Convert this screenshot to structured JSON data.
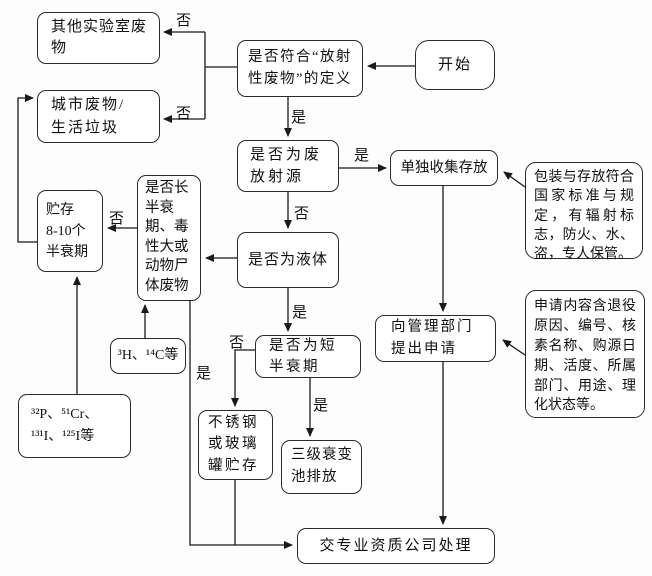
{
  "diagram_type": "flowchart",
  "subject": "radioactive-waste-disposal-procedure",
  "colors": {
    "background": "#fdfdfd",
    "box_fill": "#ffffff",
    "box_border": "#2b2b2b",
    "line": "#1a1a1a",
    "text": "#111111"
  },
  "nodes": {
    "start": "开始",
    "def_question": "是否符合“放射\n性废物”的定义",
    "other_lab_waste": "其他实验室废物",
    "urban_waste": "城市废物/\n生活垃圾",
    "waste_source_question": "是否为废\n放射源",
    "separate_storage": "单独收集存放",
    "liquid_question": "是否为液体",
    "long_halflife_question": "是否长\n半衰\n期、毒\n性大或\n动物尸\n体废物",
    "decay_storage": "贮存\n8-10个\n半衰期",
    "isotopes_short": "³H、¹⁴C等",
    "isotopes_long": "³²P、⁵¹Cr、\n¹³¹I、¹²⁵I等",
    "short_halflife_question": "是否为短\n半衰期",
    "steel_glass_storage": "不锈钢\n或玻璃\n罐贮存",
    "decay_pool_discharge": "三级衰变\n池排放",
    "apply_to_dept": "向管理部门\n提出申请",
    "company_disposal": "交专业资质公司处理",
    "packaging_note": "包装与存放符合国家标准与规定，有辐射标志，防火、水、盗，专人保管。",
    "application_note": "申请内容含退役原因、编号、核素名称、购源日期、活度、所属部门、用途、理化状态等。"
  },
  "edge_labels": {
    "yes": "是",
    "no": "否"
  },
  "edges": [
    {
      "from": "start",
      "to": "def_question",
      "label": ""
    },
    {
      "from": "def_question",
      "to": "other_lab_waste",
      "label": "否"
    },
    {
      "from": "def_question",
      "to": "urban_waste",
      "label": "否"
    },
    {
      "from": "def_question",
      "to": "waste_source_question",
      "label": "是"
    },
    {
      "from": "waste_source_question",
      "to": "separate_storage",
      "label": "是"
    },
    {
      "from": "waste_source_question",
      "to": "liquid_question",
      "label": "否"
    },
    {
      "from": "liquid_question",
      "to": "long_halflife_question",
      "label": ""
    },
    {
      "from": "liquid_question",
      "to": "short_halflife_question",
      "label": "是"
    },
    {
      "from": "long_halflife_question",
      "to": "decay_storage",
      "label": "否"
    },
    {
      "from": "long_halflife_question",
      "to": "company_disposal",
      "label": "是"
    },
    {
      "from": "decay_storage",
      "to": "urban_waste",
      "label": ""
    },
    {
      "from": "isotopes_short",
      "to": "long_halflife_question",
      "label": ""
    },
    {
      "from": "isotopes_long",
      "to": "decay_storage",
      "label": ""
    },
    {
      "from": "short_halflife_question",
      "to": "steel_glass_storage",
      "label": "否"
    },
    {
      "from": "short_halflife_question",
      "to": "decay_pool_discharge",
      "label": "是"
    },
    {
      "from": "steel_glass_storage",
      "to": "company_disposal",
      "label": ""
    },
    {
      "from": "separate_storage",
      "to": "apply_to_dept",
      "label": ""
    },
    {
      "from": "apply_to_dept",
      "to": "company_disposal",
      "label": ""
    },
    {
      "from": "packaging_note",
      "to": "separate_storage",
      "label": ""
    },
    {
      "from": "application_note",
      "to": "apply_to_dept",
      "label": ""
    }
  ]
}
